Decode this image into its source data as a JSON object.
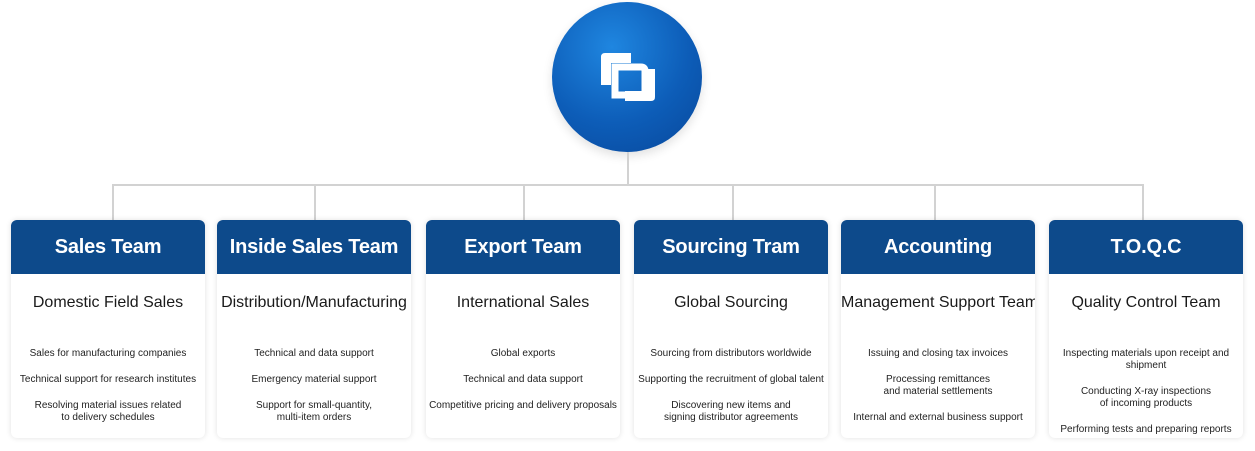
{
  "colors": {
    "header": "#0d4a8b",
    "logo_circle": "#0d5db8",
    "connector": "#d2d2d2"
  },
  "logo": {
    "icon": "company-logo-icon"
  },
  "teams": [
    {
      "title": "Sales Team",
      "subtitle": "Domestic Field Sales",
      "items": [
        "Sales for manufacturing companies",
        "Technical support for research institutes",
        "Resolving material issues related\nto delivery schedules"
      ]
    },
    {
      "title": "Inside Sales Team",
      "subtitle": "Distribution/Manufacturing",
      "items": [
        "Technical and data support",
        "Emergency material support",
        "Support for small-quantity,\nmulti-item orders"
      ]
    },
    {
      "title": "Export Team",
      "subtitle": "International Sales",
      "items": [
        "Global exports",
        "Technical and data support",
        "Competitive pricing and delivery proposals"
      ]
    },
    {
      "title": "Sourcing Tram",
      "subtitle": "Global Sourcing",
      "items": [
        "Sourcing from distributors worldwide",
        "Supporting the recruitment of global talent",
        "Discovering new items and\nsigning distributor agreements"
      ]
    },
    {
      "title": "Accounting",
      "subtitle": "Management Support Team",
      "items": [
        "Issuing and closing tax invoices",
        "Processing remittances\nand material settlements",
        "Internal and external business support"
      ]
    },
    {
      "title": "T.O.Q.C",
      "subtitle": "Quality Control Team",
      "items": [
        "Inspecting materials upon receipt and shipment",
        "Conducting X-ray inspections\nof incoming products",
        "Performing tests and preparing reports"
      ]
    }
  ]
}
